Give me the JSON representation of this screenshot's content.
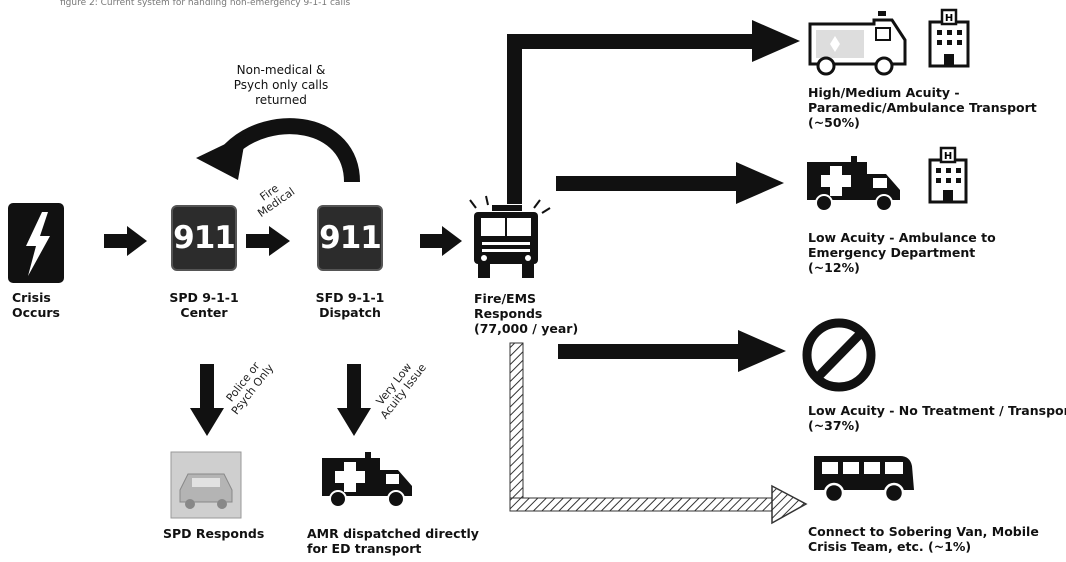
{
  "header_fragment": "figure 2: Current system for handling non-emergency 9-1-1 calls",
  "nodes": {
    "crisis": [
      "Crisis",
      "Occurs"
    ],
    "spd_center": [
      "SPD 9-1-1",
      "Center"
    ],
    "sfd_dispatch": [
      "SFD 9-1-1",
      "Dispatch"
    ],
    "fire_ems": [
      "Fire/EMS",
      "Responds",
      "(77,000 / year)"
    ],
    "spd_responds": "SPD Responds",
    "amr": [
      "AMR dispatched directly",
      "for ED transport"
    ]
  },
  "box_text": "911",
  "return_loop": [
    "Non-medical &",
    "Psych only calls",
    "returned"
  ],
  "edge_labels": {
    "fire_medical": [
      "Fire",
      "Medical"
    ],
    "police_psych": [
      "Police or",
      "Psych Only"
    ],
    "very_low": [
      "Very Low",
      "Acuity Issue"
    ]
  },
  "outcomes": {
    "high": [
      "High/Medium Acuity -",
      "Paramedic/Ambulance Transport",
      "(~50%)"
    ],
    "low_ed": [
      "Low Acuity - Ambulance to",
      "Emergency Department",
      "(~12%)"
    ],
    "none": [
      "Low Acuity - No Treatment / Transport",
      "(~37%)"
    ],
    "van": [
      "Connect to Sobering Van, Mobile",
      "Crisis Team, etc. (~1%)"
    ]
  }
}
